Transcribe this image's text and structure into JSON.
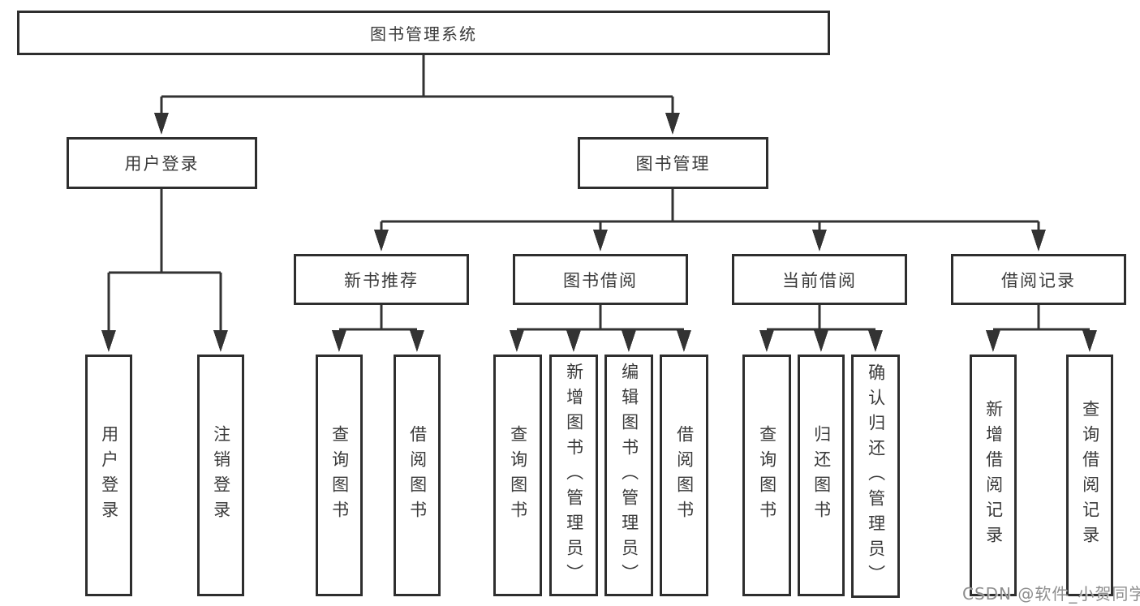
{
  "tree": {
    "root": {
      "label": "图书管理系统",
      "children": [
        {
          "label": "用户登录",
          "children": [
            {
              "label": "用户登录"
            },
            {
              "label": "注销登录"
            }
          ]
        },
        {
          "label": "图书管理",
          "children": [
            {
              "label": "新书推荐",
              "children": [
                {
                  "label": "查询图书"
                },
                {
                  "label": "借阅图书"
                }
              ]
            },
            {
              "label": "图书借阅",
              "children": [
                {
                  "label": "查询图书"
                },
                {
                  "label": "新增图书（管理员）"
                },
                {
                  "label": "编辑图书（管理员）"
                },
                {
                  "label": "借阅图书"
                }
              ]
            },
            {
              "label": "当前借阅",
              "children": [
                {
                  "label": "查询图书"
                },
                {
                  "label": "归还图书"
                },
                {
                  "label": "确认归还（管理员）"
                }
              ]
            },
            {
              "label": "借阅记录",
              "children": [
                {
                  "label": "新增借阅记录"
                },
                {
                  "label": "查询借阅记录"
                }
              ]
            }
          ]
        }
      ]
    }
  },
  "watermark": {
    "text": "CSDN @软件_小贺同学"
  },
  "colors": {
    "background": "#ffffff",
    "line": "#333333",
    "box_border": "#2e2e2e",
    "text": "#3a3a3a",
    "watermark": "#8e8e8e"
  }
}
